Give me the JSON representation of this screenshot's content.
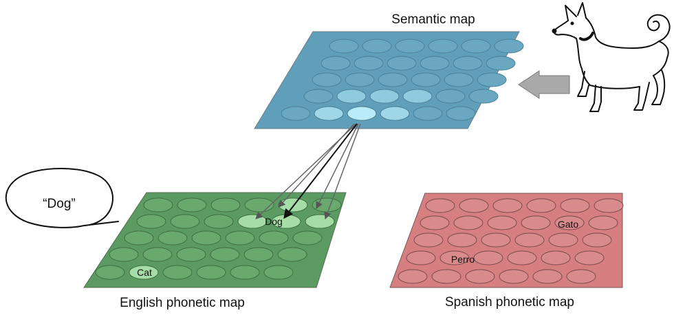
{
  "semantic_map": {
    "title": "Semantic map",
    "fill": "#5f9fba",
    "node_fill": "#6aa8c2",
    "active_node_fills": [
      "#8fcbe0",
      "#9fd6e8",
      "#b8ecf8"
    ]
  },
  "english_map": {
    "title": "English phonetic map",
    "fill": "#5b9a60",
    "node_fill": "#6aa96d",
    "active_node_fill": "#a6dca5",
    "labels": {
      "dog": "Dog",
      "cat": "Cat"
    }
  },
  "spanish_map": {
    "title": "Spanish phonetic map",
    "fill": "#d67f80",
    "node_fill": "#d98a8b",
    "labels": {
      "gato": "Gato",
      "perro": "Perro"
    }
  },
  "speech_bubble": {
    "text": "“Dog”"
  },
  "input_arrow": {
    "fill": "#a9a9a9"
  },
  "dog_image": {
    "icon": "dog-icon"
  }
}
